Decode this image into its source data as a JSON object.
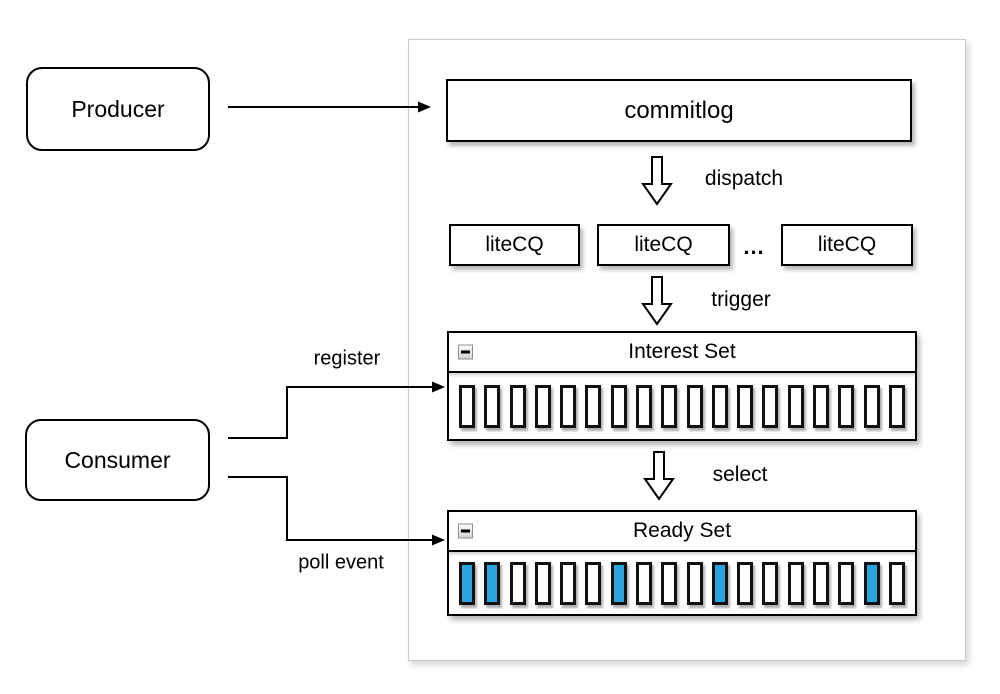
{
  "producer": {
    "label": "Producer"
  },
  "consumer": {
    "label": "Consumer"
  },
  "broker": {
    "commitlog_label": "commitlog",
    "litecq_labels": [
      "liteCQ",
      "liteCQ",
      "liteCQ"
    ],
    "ellipsis": "...",
    "interest_set": {
      "title": "Interest Set",
      "slot_count": 18,
      "active_slots": []
    },
    "ready_set": {
      "title": "Ready Set",
      "slot_count": 18,
      "active_slots": [
        0,
        1,
        6,
        10,
        16
      ]
    }
  },
  "labels": {
    "dispatch": "dispatch",
    "trigger": "trigger",
    "select": "select",
    "register": "register",
    "poll_event": "poll event"
  },
  "colors": {
    "active_slot": "#2CA3DC",
    "inactive_slot": "#FFFFFF",
    "line": "#000000",
    "container_border": "#C9C9C9"
  }
}
